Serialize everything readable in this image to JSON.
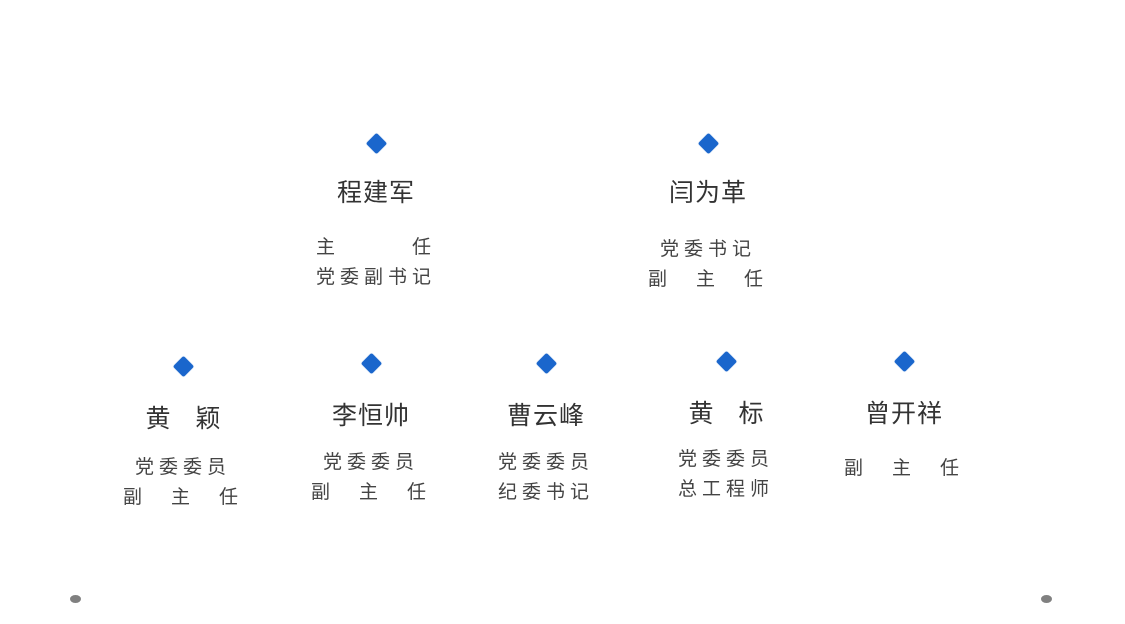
{
  "leaders": [
    {
      "name": "程建军",
      "titles": [
        "主　　　任",
        "党委副书记"
      ]
    },
    {
      "name": "闫为革",
      "titles": [
        "党委书记",
        "副　主　任"
      ]
    }
  ],
  "members": [
    {
      "name": "黄　颖",
      "titles": [
        "党委委员",
        "副　主　任"
      ]
    },
    {
      "name": "李恒帅",
      "titles": [
        "党委委员",
        "副　主　任"
      ]
    },
    {
      "name": "曹云峰",
      "titles": [
        "党委委员",
        "纪委书记"
      ]
    },
    {
      "name": "黄　标",
      "titles": [
        "党委委员",
        "总工程师"
      ]
    },
    {
      "name": "曾开祥",
      "titles": [
        "副　主　任"
      ]
    }
  ],
  "colors": {
    "accent": "#1a66cc",
    "text": "#333333",
    "dot": "#808080"
  }
}
